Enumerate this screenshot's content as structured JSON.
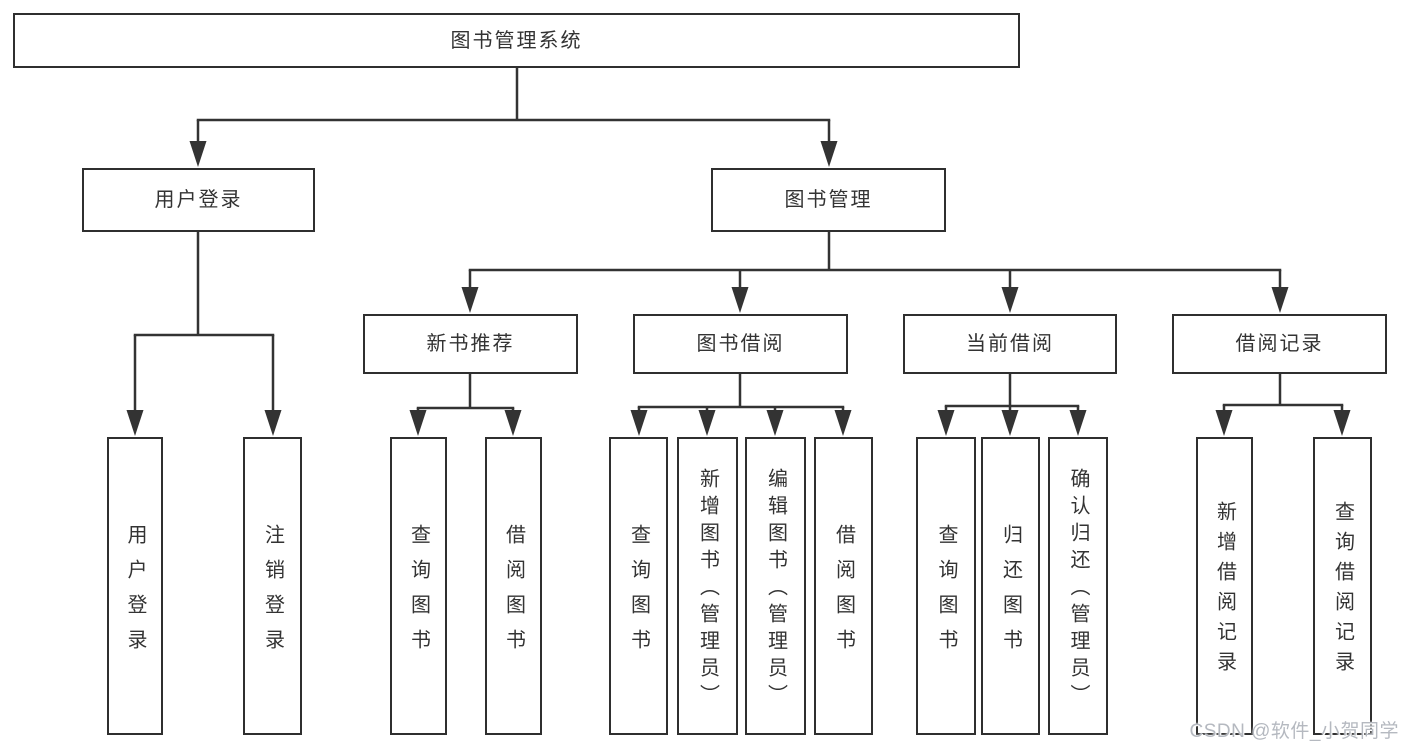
{
  "watermark": {
    "text": "CSDN @软件_小贺同学"
  },
  "colors": {
    "line": "#333333",
    "box_border": "#2f2f2f",
    "text": "#333333",
    "watermark_text": "#b5b9c0",
    "background": "#ffffff"
  },
  "tree": {
    "root": {
      "label": "图书管理系统",
      "children": [
        {
          "label": "用户登录",
          "children": [
            {
              "label": "用户登录"
            },
            {
              "label": "注销登录"
            }
          ]
        },
        {
          "label": "图书管理",
          "children": [
            {
              "label": "新书推荐",
              "children": [
                {
                  "label": "查询图书"
                },
                {
                  "label": "借阅图书"
                }
              ]
            },
            {
              "label": "图书借阅",
              "children": [
                {
                  "label": "查询图书"
                },
                {
                  "label": "新增图书（管理员）"
                },
                {
                  "label": "编辑图书（管理员）"
                },
                {
                  "label": "借阅图书"
                }
              ]
            },
            {
              "label": "当前借阅",
              "children": [
                {
                  "label": "查询图书"
                },
                {
                  "label": "归还图书"
                },
                {
                  "label": "确认归还（管理员）"
                }
              ]
            },
            {
              "label": "借阅记录",
              "children": [
                {
                  "label": "新增借阅记录"
                },
                {
                  "label": "查询借阅记录"
                }
              ]
            }
          ]
        }
      ]
    }
  }
}
